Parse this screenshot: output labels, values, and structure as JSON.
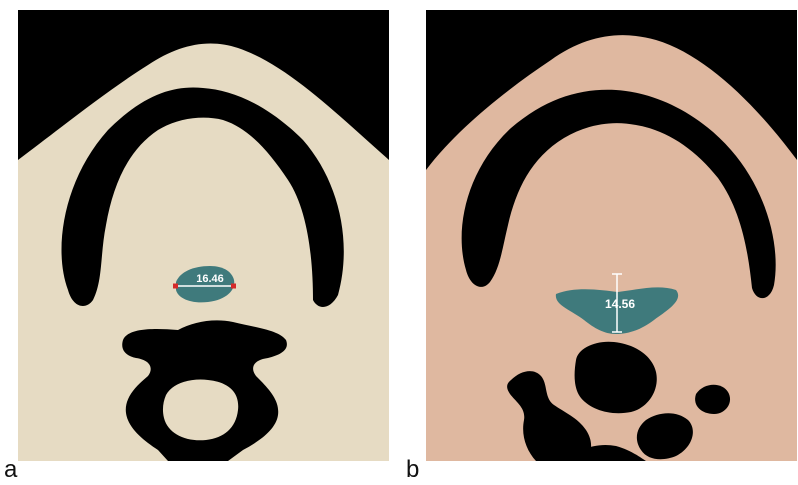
{
  "panels": [
    {
      "label": "a",
      "measurement": "16.46",
      "colors": {
        "tissue": "#e6dbc3",
        "airway": "#3f7a7c",
        "background": "#000000",
        "marker": "#d42a2a"
      }
    },
    {
      "label": "b",
      "measurement": "14.56",
      "colors": {
        "tissue": "#dfb8a0",
        "airway": "#3f7a7c",
        "background": "#000000"
      }
    }
  ]
}
